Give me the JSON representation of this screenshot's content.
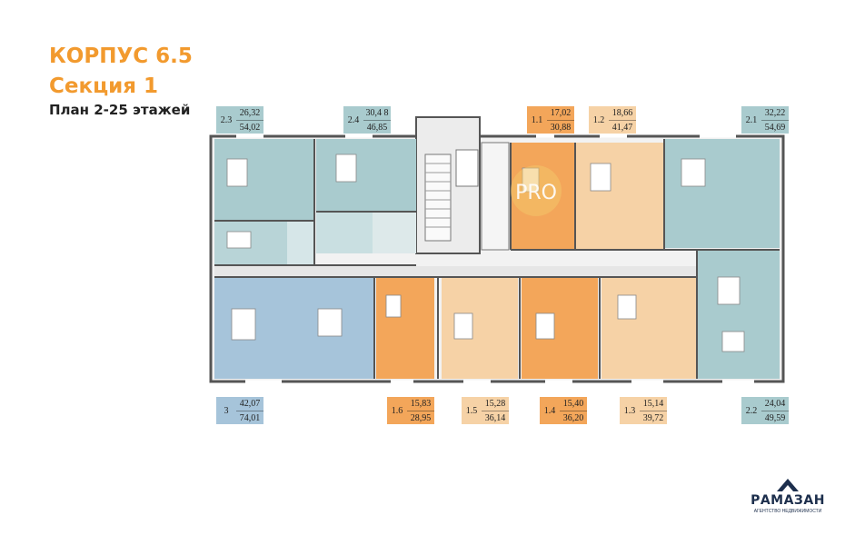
{
  "header": {
    "building": "КОРПУС 6.5",
    "section": "Секция 1",
    "plan": "План 2-25 этажей"
  },
  "watermark": "PRO",
  "logo": {
    "name": "РАМАЗАН",
    "subtitle": "АГЕНТСТВО НЕДВИЖИМОСТИ"
  },
  "apartments_top": [
    {
      "code": "2.3",
      "living": "26,32",
      "total": "54,02",
      "color": "#a9cbce"
    },
    {
      "code": "2.4",
      "living": "30,4 8",
      "total": "46,85",
      "color": "#a9cbce"
    },
    {
      "code": "1.1",
      "living": "17,02",
      "total": "30,88",
      "color": "#f3a65a"
    },
    {
      "code": "1.2",
      "living": "18,66",
      "total": "41,47",
      "color": "#f6d2a6"
    },
    {
      "code": "2.1",
      "living": "32,22",
      "total": "54,69",
      "color": "#a9cbce"
    }
  ],
  "apartments_bottom": [
    {
      "code": "3",
      "living": "42,07",
      "total": "74,01",
      "color": "#a6c4da"
    },
    {
      "code": "1.6",
      "living": "15,83",
      "total": "28,95",
      "color": "#f3a65a"
    },
    {
      "code": "1.5",
      "living": "15,28",
      "total": "36,14",
      "color": "#f6d2a6"
    },
    {
      "code": "1.4",
      "living": "15,40",
      "total": "36,20",
      "color": "#f3a65a"
    },
    {
      "code": "1.3",
      "living": "15,14",
      "total": "39,72",
      "color": "#f6d2a6"
    },
    {
      "code": "2.2",
      "living": "24,04",
      "total": "49,59",
      "color": "#a9cbce"
    }
  ]
}
